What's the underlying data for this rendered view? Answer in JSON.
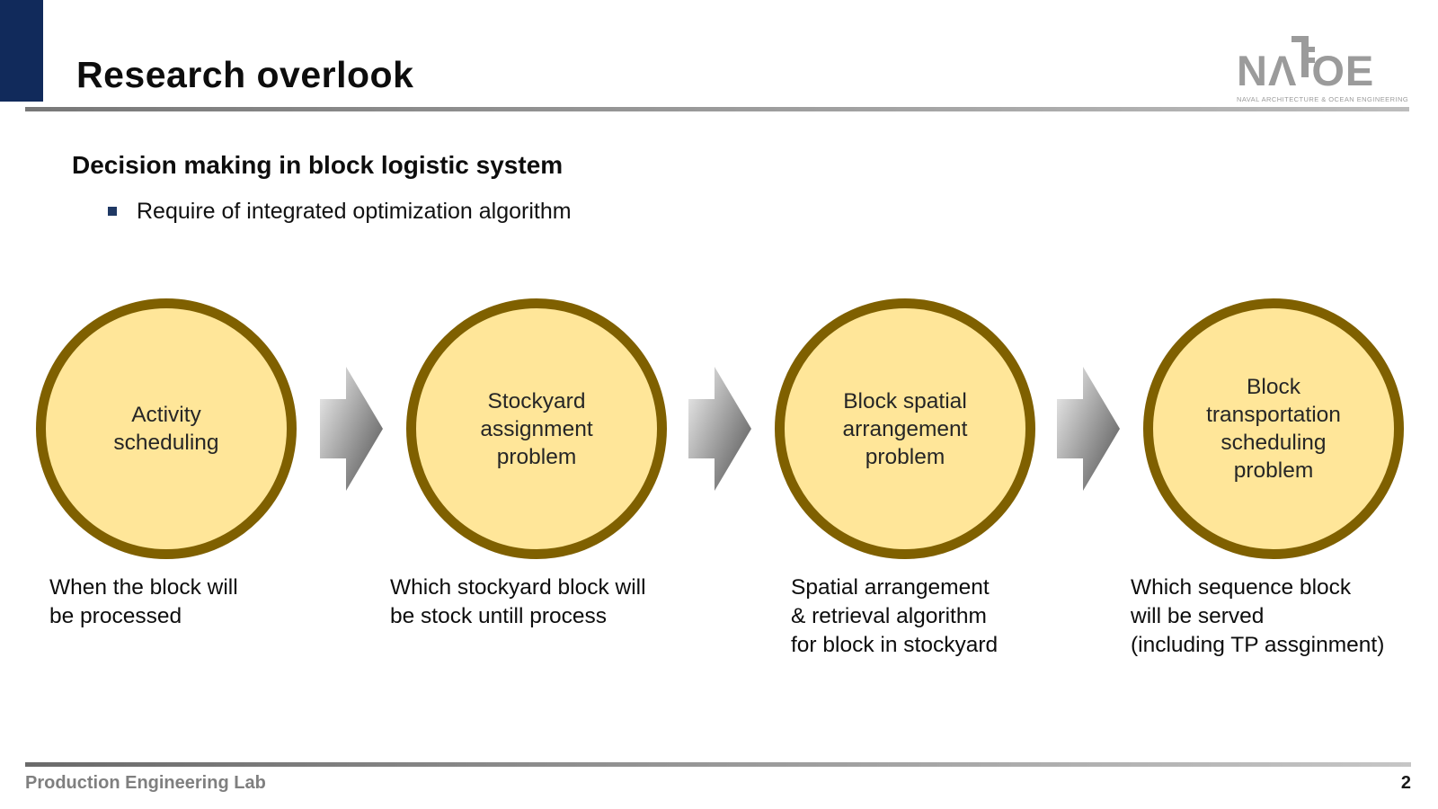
{
  "title": "Research overlook",
  "logo": {
    "letters_left": "N",
    "letters_mid": "Λ",
    "letters_right": "OE",
    "subtitle": "NAVAL ARCHITECTURE & OCEAN ENGINEERING"
  },
  "heading": "Decision making in block logistic system",
  "bullet": "Require of integrated optimization algorithm",
  "steps": [
    {
      "label": "Activity\nscheduling",
      "description": "When the block will\nbe processed"
    },
    {
      "label": "Stockyard\nassignment\nproblem",
      "description": "Which stockyard block will\nbe stock untill process"
    },
    {
      "label": "Block spatial\narrangement\nproblem",
      "description": "Spatial arrangement\n& retrieval algorithm\nfor block in stockyard"
    },
    {
      "label": "Block\ntransportation\nscheduling\nproblem",
      "description": "Which sequence block\nwill be served\n(including TP assginment)"
    }
  ],
  "footer": {
    "lab": "Production Engineering Lab",
    "page": "2"
  },
  "colors": {
    "accent_navy": "#112A5B",
    "bullet_navy": "#1F3864",
    "circle_fill": "#FFE699",
    "circle_border": "#7F6000",
    "logo_gray": "#9B9B9B",
    "rule_gray_dark": "#6A6A6A",
    "rule_gray_light": "#C6C6C6"
  }
}
